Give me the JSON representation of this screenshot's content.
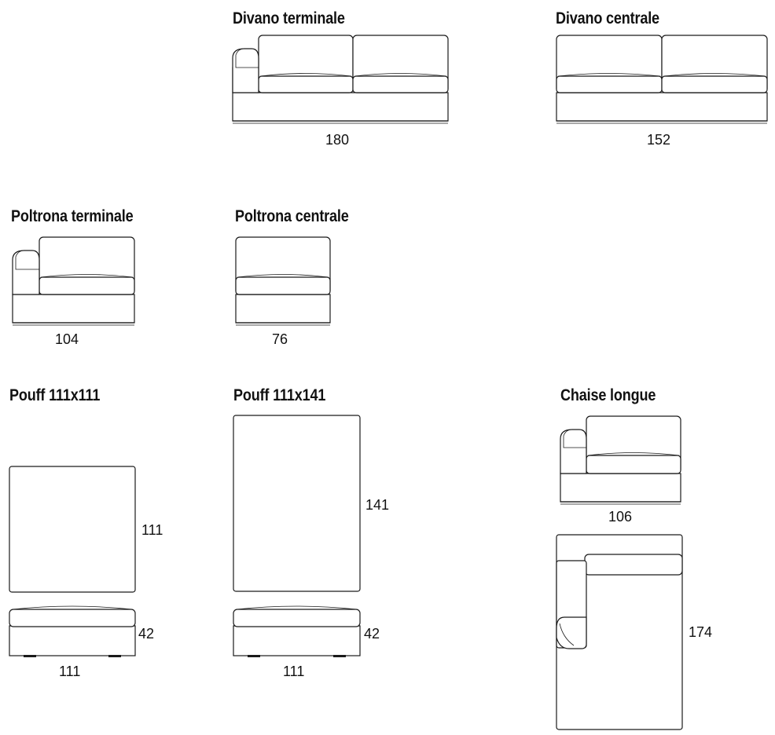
{
  "modules": {
    "divano_terminale": {
      "title": "Divano terminale",
      "width": "180"
    },
    "divano_centrale": {
      "title": "Divano centrale",
      "width": "152"
    },
    "poltrona_terminale": {
      "title": "Poltrona terminale",
      "width": "104"
    },
    "poltrona_centrale": {
      "title": "Poltrona centrale",
      "width": "76"
    },
    "pouff_111x111": {
      "title": "Pouff 111x111",
      "depth": "111",
      "height": "42",
      "width": "111"
    },
    "pouff_111x141": {
      "title": "Pouff 111x141",
      "depth": "141",
      "height": "42",
      "width": "111"
    },
    "chaise_longue": {
      "title": "Chaise longue",
      "width": "106",
      "length": "174"
    }
  }
}
